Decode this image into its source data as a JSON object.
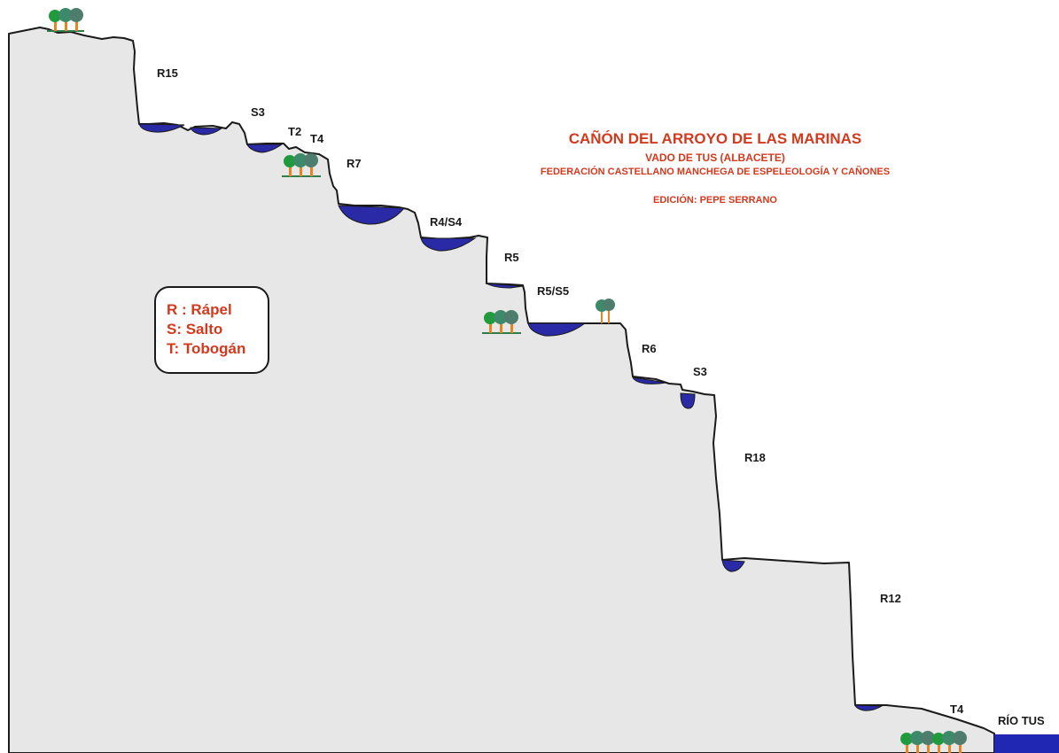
{
  "header": {
    "title": "CAÑÓN DEL ARROYO DE LAS MARINAS",
    "location": "VADO DE TUS (ALBACETE)",
    "organization": "FEDERACIÓN CASTELLANO MANCHEGA DE ESPELEOLOGÍA Y CAÑONES",
    "edition": "EDICIÓN: PEPE SERRANO"
  },
  "legend": {
    "items": [
      "R : Rápel",
      "S: Salto",
      "T: Tobogán"
    ]
  },
  "features": [
    "R15",
    "S3",
    "T2",
    "T4",
    "R7",
    "R4/S4",
    "R5",
    "R5/S5",
    "R6",
    "S3",
    "R18",
    "R12",
    "T4",
    "RÍO TUS"
  ],
  "colors": {
    "rock": "#e8e7e7",
    "water": "#2a2aa6",
    "title_red": "#d23a1e",
    "outline": "#1a1a1a"
  }
}
